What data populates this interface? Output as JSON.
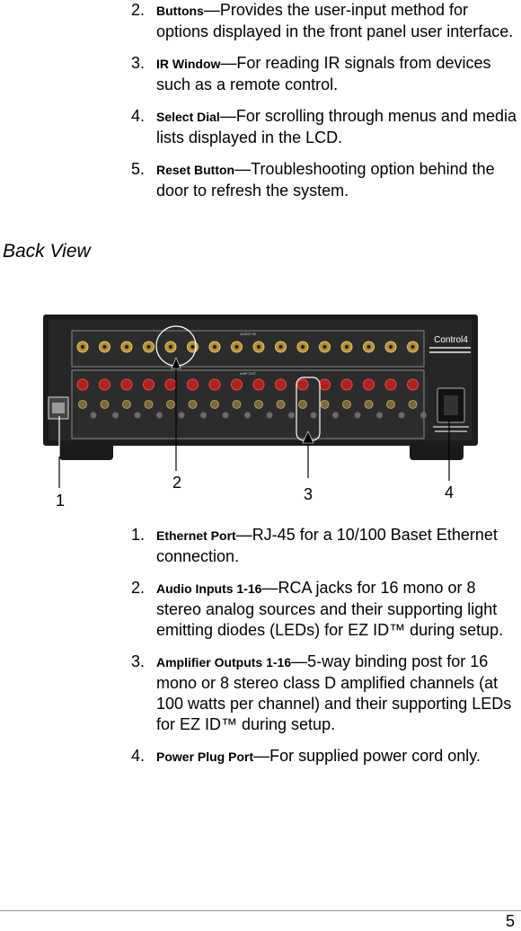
{
  "front_items": [
    {
      "num": "2.",
      "term": "Buttons",
      "desc": "—Provides the user-input method for options displayed in the front panel user interface."
    },
    {
      "num": "3.",
      "term": "IR Window",
      "desc": "—For reading IR signals from devices such as a remote control."
    },
    {
      "num": "4.",
      "term": "Select Dial",
      "desc": "—For scrolling through menus and media lists displayed in the LCD."
    },
    {
      "num": "5.",
      "term": "Reset Button",
      "desc": "—Troubleshooting option behind the door to refresh the system."
    }
  ],
  "section_heading": "Back View",
  "figure": {
    "brand": "Control4",
    "panel_text": "AUDIO IN",
    "amp_text": "AMP OUT",
    "callouts": [
      "1",
      "2",
      "3",
      "4"
    ]
  },
  "back_items": [
    {
      "num": "1.",
      "term": "Ethernet Port",
      "desc": "—RJ-45 for a 10/100 Baset Ethernet connection."
    },
    {
      "num": "2.",
      "term": "Audio Inputs 1-16",
      "desc": "—RCA jacks for 16 mono or 8 stereo analog sources and their supporting light emitting diodes (LEDs) for EZ ID™ during setup."
    },
    {
      "num": "3.",
      "term": "Amplifier Outputs 1-16",
      "desc": "—5-way binding post for 16 mono or 8 stereo class D amplified channels (at 100 watts per channel) and their supporting LEDs for EZ ID™ during setup."
    },
    {
      "num": "4.",
      "term": "Power Plug Port",
      "desc": "—For supplied power cord only."
    }
  ],
  "page_number": "5"
}
